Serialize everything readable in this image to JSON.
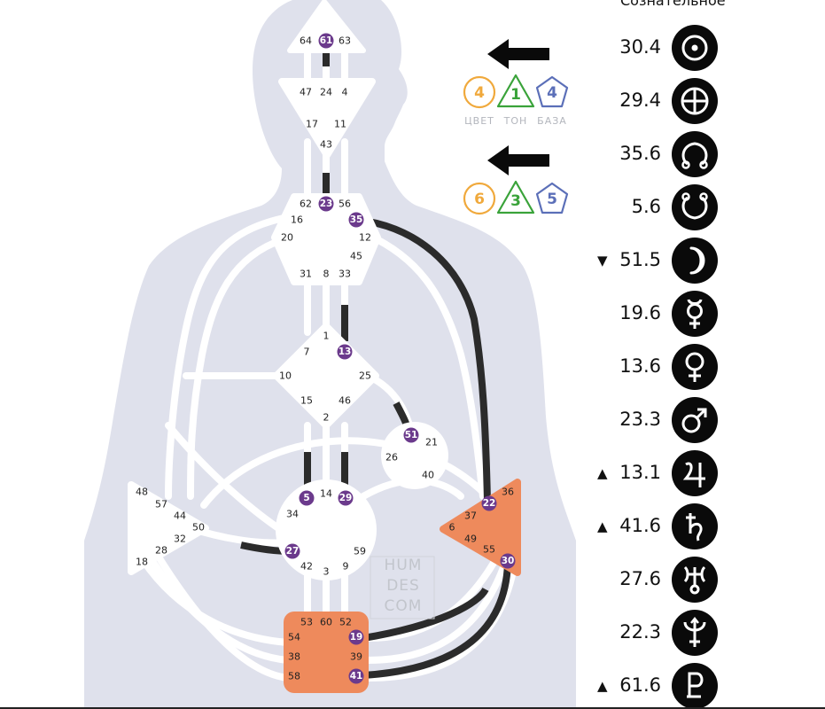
{
  "column_title": "Сознательное",
  "planets": [
    {
      "value": "30.4",
      "arrow": "",
      "symbol": "sun-icon"
    },
    {
      "value": "29.4",
      "arrow": "",
      "symbol": "earth-icon"
    },
    {
      "value": "35.6",
      "arrow": "",
      "symbol": "north-node-icon"
    },
    {
      "value": "5.6",
      "arrow": "",
      "symbol": "south-node-icon"
    },
    {
      "value": "51.5",
      "arrow": "▼",
      "symbol": "moon-icon"
    },
    {
      "value": "19.6",
      "arrow": "",
      "symbol": "mercury-icon"
    },
    {
      "value": "13.6",
      "arrow": "",
      "symbol": "venus-icon"
    },
    {
      "value": "23.3",
      "arrow": "",
      "symbol": "mars-icon"
    },
    {
      "value": "13.1",
      "arrow": "▲",
      "symbol": "jupiter-icon"
    },
    {
      "value": "41.6",
      "arrow": "▲",
      "symbol": "saturn-icon"
    },
    {
      "value": "27.6",
      "arrow": "",
      "symbol": "uranus-icon"
    },
    {
      "value": "22.3",
      "arrow": "",
      "symbol": "neptune-icon"
    },
    {
      "value": "61.6",
      "arrow": "▲",
      "symbol": "pluto-icon"
    }
  ],
  "variables": {
    "labels": [
      "ЦВЕТ",
      "ТОН",
      "БАЗА"
    ],
    "top": {
      "color": "4",
      "tone": "1",
      "base": "4"
    },
    "bottom": {
      "color": "6",
      "tone": "3",
      "base": "5"
    }
  },
  "watermark": [
    "HUM",
    "DES",
    "COM"
  ],
  "colors": {
    "body": "#dfe1ec",
    "center": "#ffffff",
    "defined": "#ee8a5c",
    "active_gate": "#6b3a8c",
    "channel": "#2b2b2b",
    "color_var": "#f0a93c",
    "tone_var": "#3aa33a",
    "base_var": "#5b6fb8"
  },
  "centers": [
    {
      "name": "head",
      "gates": [
        {
          "n": "64",
          "active": false
        },
        {
          "n": "61",
          "active": true
        },
        {
          "n": "63",
          "active": false
        }
      ]
    },
    {
      "name": "ajna",
      "gates": [
        {
          "n": "47",
          "active": false
        },
        {
          "n": "24",
          "active": false
        },
        {
          "n": "4",
          "active": false
        },
        {
          "n": "17",
          "active": false
        },
        {
          "n": "11",
          "active": false
        },
        {
          "n": "43",
          "active": false
        }
      ]
    },
    {
      "name": "throat",
      "gates": [
        {
          "n": "62",
          "active": false
        },
        {
          "n": "23",
          "active": true
        },
        {
          "n": "56",
          "active": false
        },
        {
          "n": "16",
          "active": false
        },
        {
          "n": "35",
          "active": true
        },
        {
          "n": "20",
          "active": false
        },
        {
          "n": "12",
          "active": false
        },
        {
          "n": "45",
          "active": false
        },
        {
          "n": "31",
          "active": false
        },
        {
          "n": "8",
          "active": false
        },
        {
          "n": "33",
          "active": false
        }
      ]
    },
    {
      "name": "g",
      "gates": [
        {
          "n": "1",
          "active": false
        },
        {
          "n": "7",
          "active": false
        },
        {
          "n": "13",
          "active": true
        },
        {
          "n": "10",
          "active": false
        },
        {
          "n": "25",
          "active": false
        },
        {
          "n": "15",
          "active": false
        },
        {
          "n": "46",
          "active": false
        },
        {
          "n": "2",
          "active": false
        }
      ]
    },
    {
      "name": "ego",
      "gates": [
        {
          "n": "51",
          "active": true
        },
        {
          "n": "21",
          "active": false
        },
        {
          "n": "26",
          "active": false
        },
        {
          "n": "40",
          "active": false
        }
      ]
    },
    {
      "name": "sacral",
      "gates": [
        {
          "n": "5",
          "active": true
        },
        {
          "n": "14",
          "active": false
        },
        {
          "n": "29",
          "active": true
        },
        {
          "n": "34",
          "active": false
        },
        {
          "n": "27",
          "active": true
        },
        {
          "n": "59",
          "active": false
        },
        {
          "n": "42",
          "active": false
        },
        {
          "n": "3",
          "active": false
        },
        {
          "n": "9",
          "active": false
        }
      ]
    },
    {
      "name": "spleen",
      "gates": [
        {
          "n": "48",
          "active": false
        },
        {
          "n": "57",
          "active": false
        },
        {
          "n": "44",
          "active": false
        },
        {
          "n": "50",
          "active": false
        },
        {
          "n": "32",
          "active": false
        },
        {
          "n": "28",
          "active": false
        },
        {
          "n": "18",
          "active": false
        }
      ]
    },
    {
      "name": "solar-plexus",
      "gates": [
        {
          "n": "36",
          "active": false
        },
        {
          "n": "22",
          "active": true
        },
        {
          "n": "37",
          "active": false
        },
        {
          "n": "6",
          "active": false
        },
        {
          "n": "49",
          "active": false
        },
        {
          "n": "55",
          "active": false
        },
        {
          "n": "30",
          "active": true
        }
      ]
    },
    {
      "name": "root",
      "gates": [
        {
          "n": "53",
          "active": false
        },
        {
          "n": "60",
          "active": false
        },
        {
          "n": "52",
          "active": false
        },
        {
          "n": "54",
          "active": false
        },
        {
          "n": "19",
          "active": true
        },
        {
          "n": "38",
          "active": false
        },
        {
          "n": "39",
          "active": false
        },
        {
          "n": "58",
          "active": false
        },
        {
          "n": "41",
          "active": true
        }
      ]
    }
  ]
}
